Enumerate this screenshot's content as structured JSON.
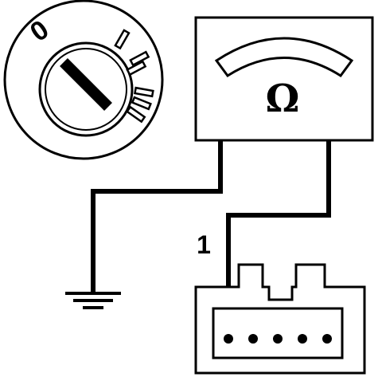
{
  "ignition": {
    "positions": [
      "0",
      "I",
      "II",
      "III"
    ]
  },
  "meter": {
    "symbol": "Ω"
  },
  "connector": {
    "pin_label": "1",
    "pin_count": 5
  }
}
